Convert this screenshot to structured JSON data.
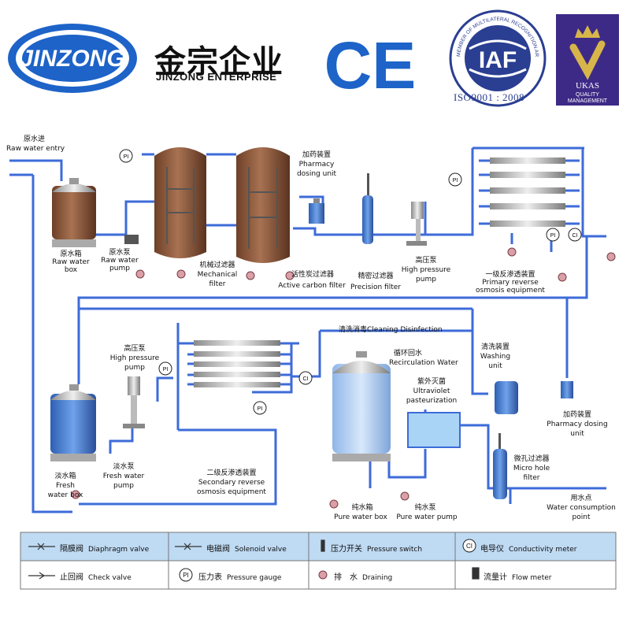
{
  "header": {
    "logo_text": "JINZONG",
    "company_cn": "金宗企业",
    "company_en": "JINZONG ENTERPRISE",
    "ce_mark": "CE",
    "iaf_ring_text": "MEMBER OF MULTILATERAL RECOGNITION ARRANGEMENT",
    "iaf_text": "IAF",
    "iso_text": "ISO9001 : 2008",
    "ukas_line1": "UKAS",
    "ukas_line2": "QUALITY",
    "ukas_line3": "MANAGEMENT"
  },
  "labels": {
    "raw_water_entry_cn": "原水进",
    "raw_water_entry_en": "Raw water entry",
    "raw_water_box_cn": "原水箱",
    "raw_water_box_en1": "Raw water",
    "raw_water_box_en2": "box",
    "raw_water_pump_cn": "原水泵",
    "raw_water_pump_en1": "Raw water",
    "raw_water_pump_en2": "pump",
    "mech_filter_cn": "机械过滤器",
    "mech_filter_en1": "Mechanical",
    "mech_filter_en2": "filter",
    "pharmacy_dosing_cn": "加药装置",
    "pharmacy_dosing_en1": "Pharmacy",
    "pharmacy_dosing_en2": "dosing unit",
    "active_carbon_cn": "活性炭过滤器",
    "active_carbon_en": "Active carbon filter",
    "precision_cn": "精密过滤器",
    "precision_en": "Precision filter",
    "hp_pump1_cn": "高压泵",
    "hp_pump1_en1": "High pressure",
    "hp_pump1_en2": "pump",
    "primary_ro_cn": "一级反渗透装置",
    "primary_ro_en1": "Primary reverse",
    "primary_ro_en2": "osmosis equipment",
    "hp_pump2_cn": "高压泵",
    "hp_pump2_en1": "High pressure",
    "hp_pump2_en2": "pump",
    "cleaning_cn": "清洗消毒",
    "cleaning_en": "Cleaning Disinfection",
    "recirc_cn": "循环回水",
    "recirc_en": "Recirculation Water",
    "uv_cn": "紫外灭菌",
    "uv_en1": "Ultraviolet",
    "uv_en2": "pasteurization",
    "washing_cn": "清洗装置",
    "washing_en1": "Washing",
    "washing_en2": "unit",
    "pharmacy2_cn": "加药装置",
    "pharmacy2_en1": "Pharmacy dosing",
    "pharmacy2_en2": "unit",
    "fresh_box_cn": "淡水箱",
    "fresh_box_en1": "Fresh",
    "fresh_box_en2": "water box",
    "fresh_pump_cn": "淡水泵",
    "fresh_pump_en1": "Fresh water",
    "fresh_pump_en2": "pump",
    "secondary_ro_cn": "二级反渗透装置",
    "secondary_ro_en1": "Secondary reverse",
    "secondary_ro_en2": "osmosis equipment",
    "micro_cn": "微孔过滤器",
    "micro_en1": "Micro hole",
    "micro_en2": "filter",
    "pure_box_cn": "纯水箱",
    "pure_box_en": "Pure water box",
    "pure_pump_cn": "纯水泵",
    "pure_pump_en": "Pure water pump",
    "consumption_cn": "用水点",
    "consumption_en1": "Water consumption",
    "consumption_en2": "point",
    "gauge_pi": "PI",
    "gauge_ci": "CI"
  },
  "legend": {
    "diaphragm_cn": "隔膜阀",
    "diaphragm_en": "Diaphragm valve",
    "solenoid_cn": "电磁阀",
    "solenoid_en": "Solenoid valve",
    "pswitch_cn": "压力开关",
    "pswitch_en": "Pressure switch",
    "conductivity_cn": "电导仪",
    "conductivity_en": "Conductivity meter",
    "check_cn": "止回阀",
    "check_en": "Check valve",
    "pgauge_cn": "压力表",
    "pgauge_en": "Pressure gauge",
    "draining_cn": "排　水",
    "draining_en": "Draining",
    "flow_cn": "流量计",
    "flow_en": "Flow meter",
    "sym_pi": "PI",
    "sym_ci": "CI"
  },
  "colors": {
    "pipe": "#3d6bd9",
    "brand_blue": "#1d63c8",
    "iaf_blue": "#2a3e92",
    "ukas_purple": "#3d2a86",
    "gold": "#d8b54a",
    "legend_fill": "#bfdaf3",
    "tank_brown": "#8b5a3c",
    "tank_blue": "#3e7fd6"
  }
}
